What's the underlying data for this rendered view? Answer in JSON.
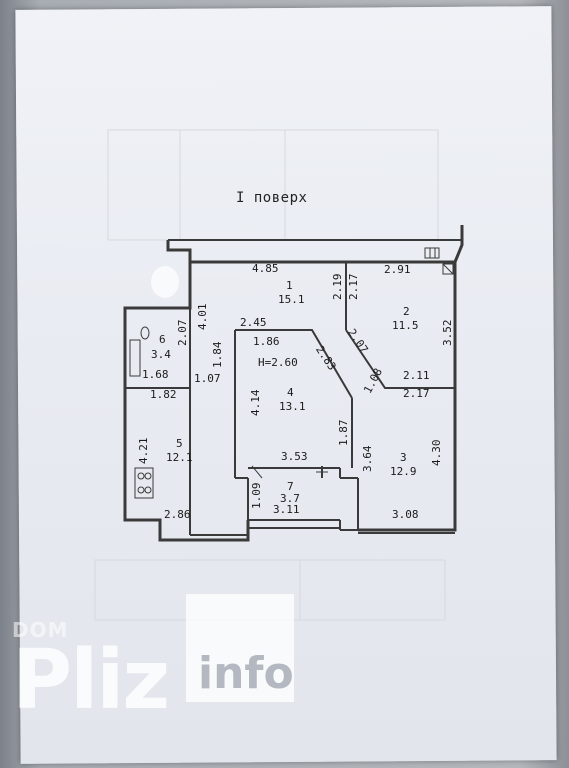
{
  "title": "I поверх",
  "rooms": [
    {
      "num": "1",
      "area": "15.1"
    },
    {
      "num": "2",
      "area": "11.5"
    },
    {
      "num": "3",
      "area": "12.9"
    },
    {
      "num": "4",
      "area": "13.1"
    },
    {
      "num": "5",
      "area": "12.1"
    },
    {
      "num": "6",
      "area": "3.4"
    },
    {
      "num": "7",
      "area": "3.7"
    }
  ],
  "height": "H=2.60",
  "dims": {
    "d485": "4.85",
    "d291": "2.91",
    "d219": "2.19",
    "d217a": "2.17",
    "d352": "3.52",
    "d245": "2.45",
    "d401": "4.01",
    "d207": "2.07",
    "d186": "1.86",
    "d184": "1.84",
    "d283": "2.83",
    "d207b": "2.07",
    "d108": "1.08",
    "d211": "2.11",
    "d217b": "2.17",
    "d168": "1.68",
    "d107": "1.07",
    "d182": "1.82",
    "d414": "4.14",
    "d187": "1.87",
    "d364": "3.64",
    "d430": "4.30",
    "d421": "4.21",
    "d353": "3.53",
    "d109": "1.09",
    "d311": "3.11",
    "d286": "2.86",
    "d308": "3.08"
  },
  "watermark": {
    "dom": "DOM",
    "pliz": "Pliz",
    "info": "info"
  }
}
